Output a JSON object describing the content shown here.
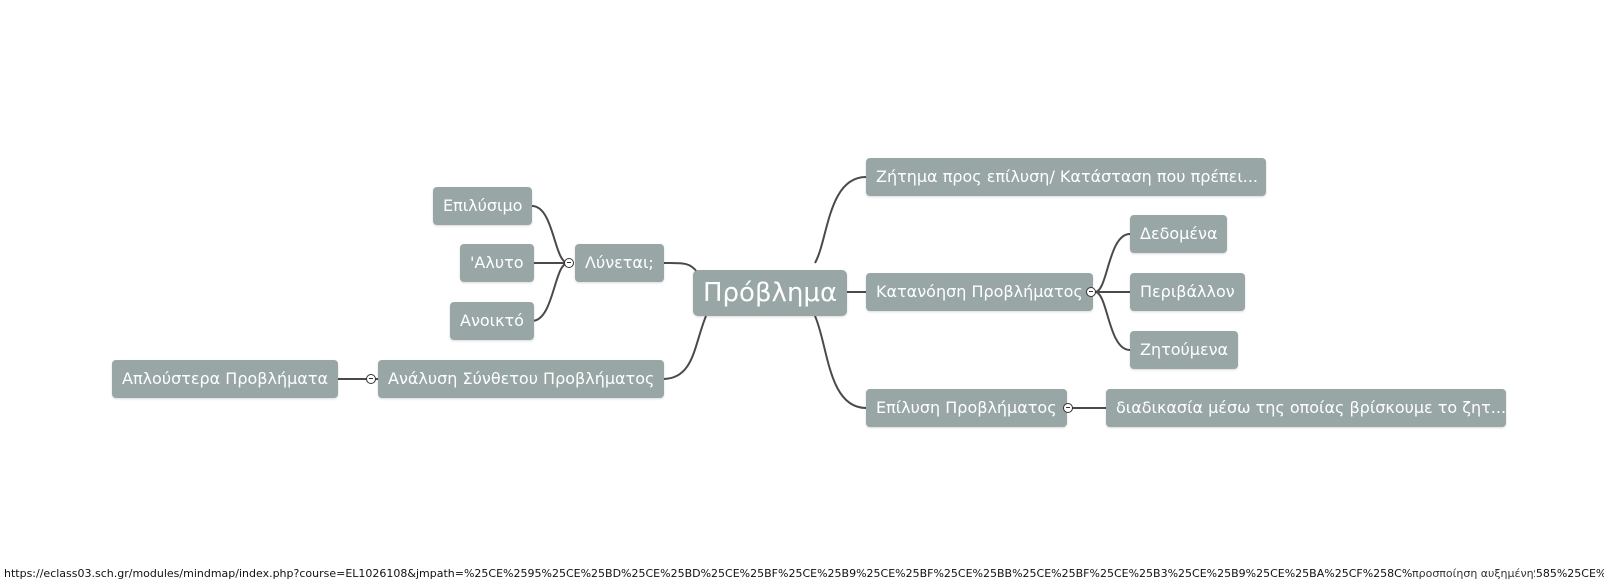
{
  "mindmap": {
    "root": "Πρόβλημα",
    "right": {
      "definition": "Ζήτημα προς επίλυση/ Κατάσταση που πρέπει...",
      "understanding": {
        "label": "Κατανόηση Προβλήματος",
        "children": [
          "Δεδομένα",
          "Περιβάλλον",
          "Ζητούμενα"
        ]
      },
      "solving": {
        "label": "Επίλυση Προβλήματος",
        "child": "διαδικασία μέσω της οποίας βρίσκουμε το ζητ..."
      }
    },
    "left": {
      "solvable": {
        "label": "Λύνεται;",
        "children": [
          "Επιλύσιμο",
          "'Αλυτο",
          "Ανοικτό"
        ]
      },
      "analysis": {
        "label": "Ανάλυση Σύνθετου Προβλήματος",
        "child": "Απλούστερα Προβλήματα"
      }
    },
    "link_color": "#4a4a4a",
    "node_color": "#98a6a6",
    "toggle_icon": "collapse-minus-icon"
  },
  "statusbar": {
    "url": "https://eclass03.sch.gr/modules/mindmap/index.php?course=EL1026108&jmpath=%25CE%2595%25CE%25BD%25CE%25BD%25CE%25BF%25CE%25B9%25CE%25BF%25CE%25BB%25CE%25BF%25CE%25B3%25CE%25B9%25CE%25BA%25CF%258C%25CE%25B9%25CF%2585%25CE%25B5%25CE%25B9%25CF%2581",
    "overlay": "προσποίηση αυξημένη"
  }
}
